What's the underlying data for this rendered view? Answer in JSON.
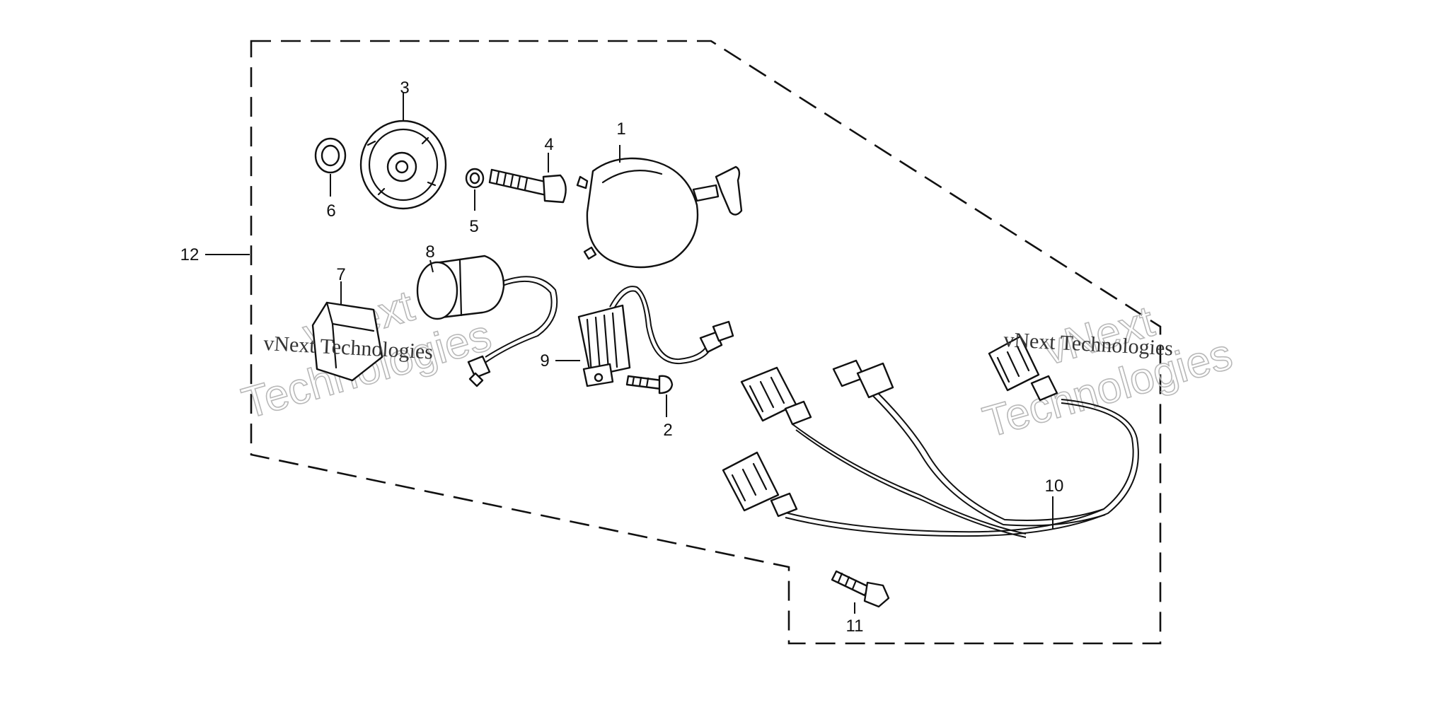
{
  "diagram": {
    "callouts": {
      "p1": "1",
      "p2": "2",
      "p3": "3",
      "p4": "4",
      "p5": "5",
      "p6": "6",
      "p7": "7",
      "p8": "8",
      "p9": "9",
      "p10": "10",
      "p11": "11",
      "p12": "12"
    },
    "watermarks": {
      "left_small": "vNext Technologies",
      "left_big_line1": "vNext",
      "left_big_line2": "Technologies",
      "right_small": "vNext Technologies",
      "right_big_line1": "vNext",
      "right_big_line2": "Technologies"
    },
    "colors": {
      "ink": "#111111",
      "background": "#ffffff",
      "watermark_outline": "#b8b8b8"
    }
  }
}
